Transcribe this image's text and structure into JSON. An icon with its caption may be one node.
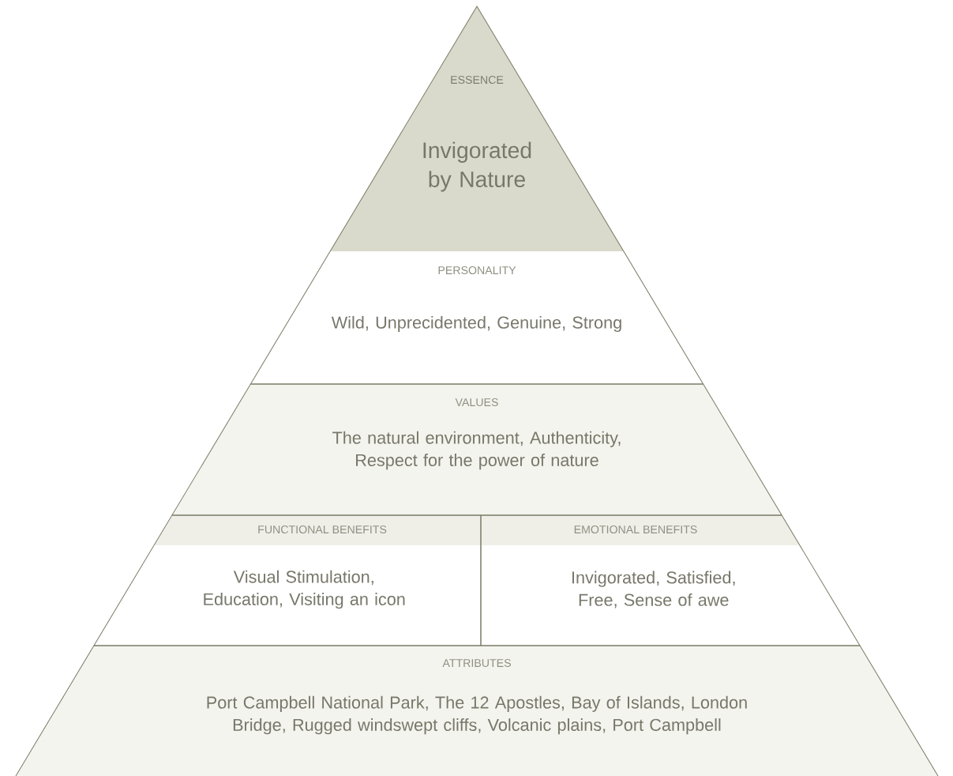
{
  "diagram": {
    "nodes": [
      {
        "text": [
          "ESSENCE",
          "Invigorated by Nature"
        ]
      },
      {
        "text": [
          "PERSONALITY",
          "Wild, Unprecidented, Genuine, Strong"
        ]
      },
      {
        "text": [
          "VALUES",
          "The natural environment, Authenticity, Respect for the power of nature"
        ]
      },
      {
        "text": [
          "FUNCTIONAL BENEFITS",
          "Visual Stimulation, Education, Visiting an icon"
        ]
      },
      {
        "text": [
          "EMOTIONAL BENEFITS",
          "Invigorated, Satisfied, Free, Sense of awe"
        ]
      },
      {
        "text": [
          "ATTRIBUTES",
          "Port Campbell National Park, The 12 Apostles, Bay of Islands, London Bridge, Rugged windswept cliffs, Volcanic plains, Port Campbell"
        ]
      }
    ]
  }
}
